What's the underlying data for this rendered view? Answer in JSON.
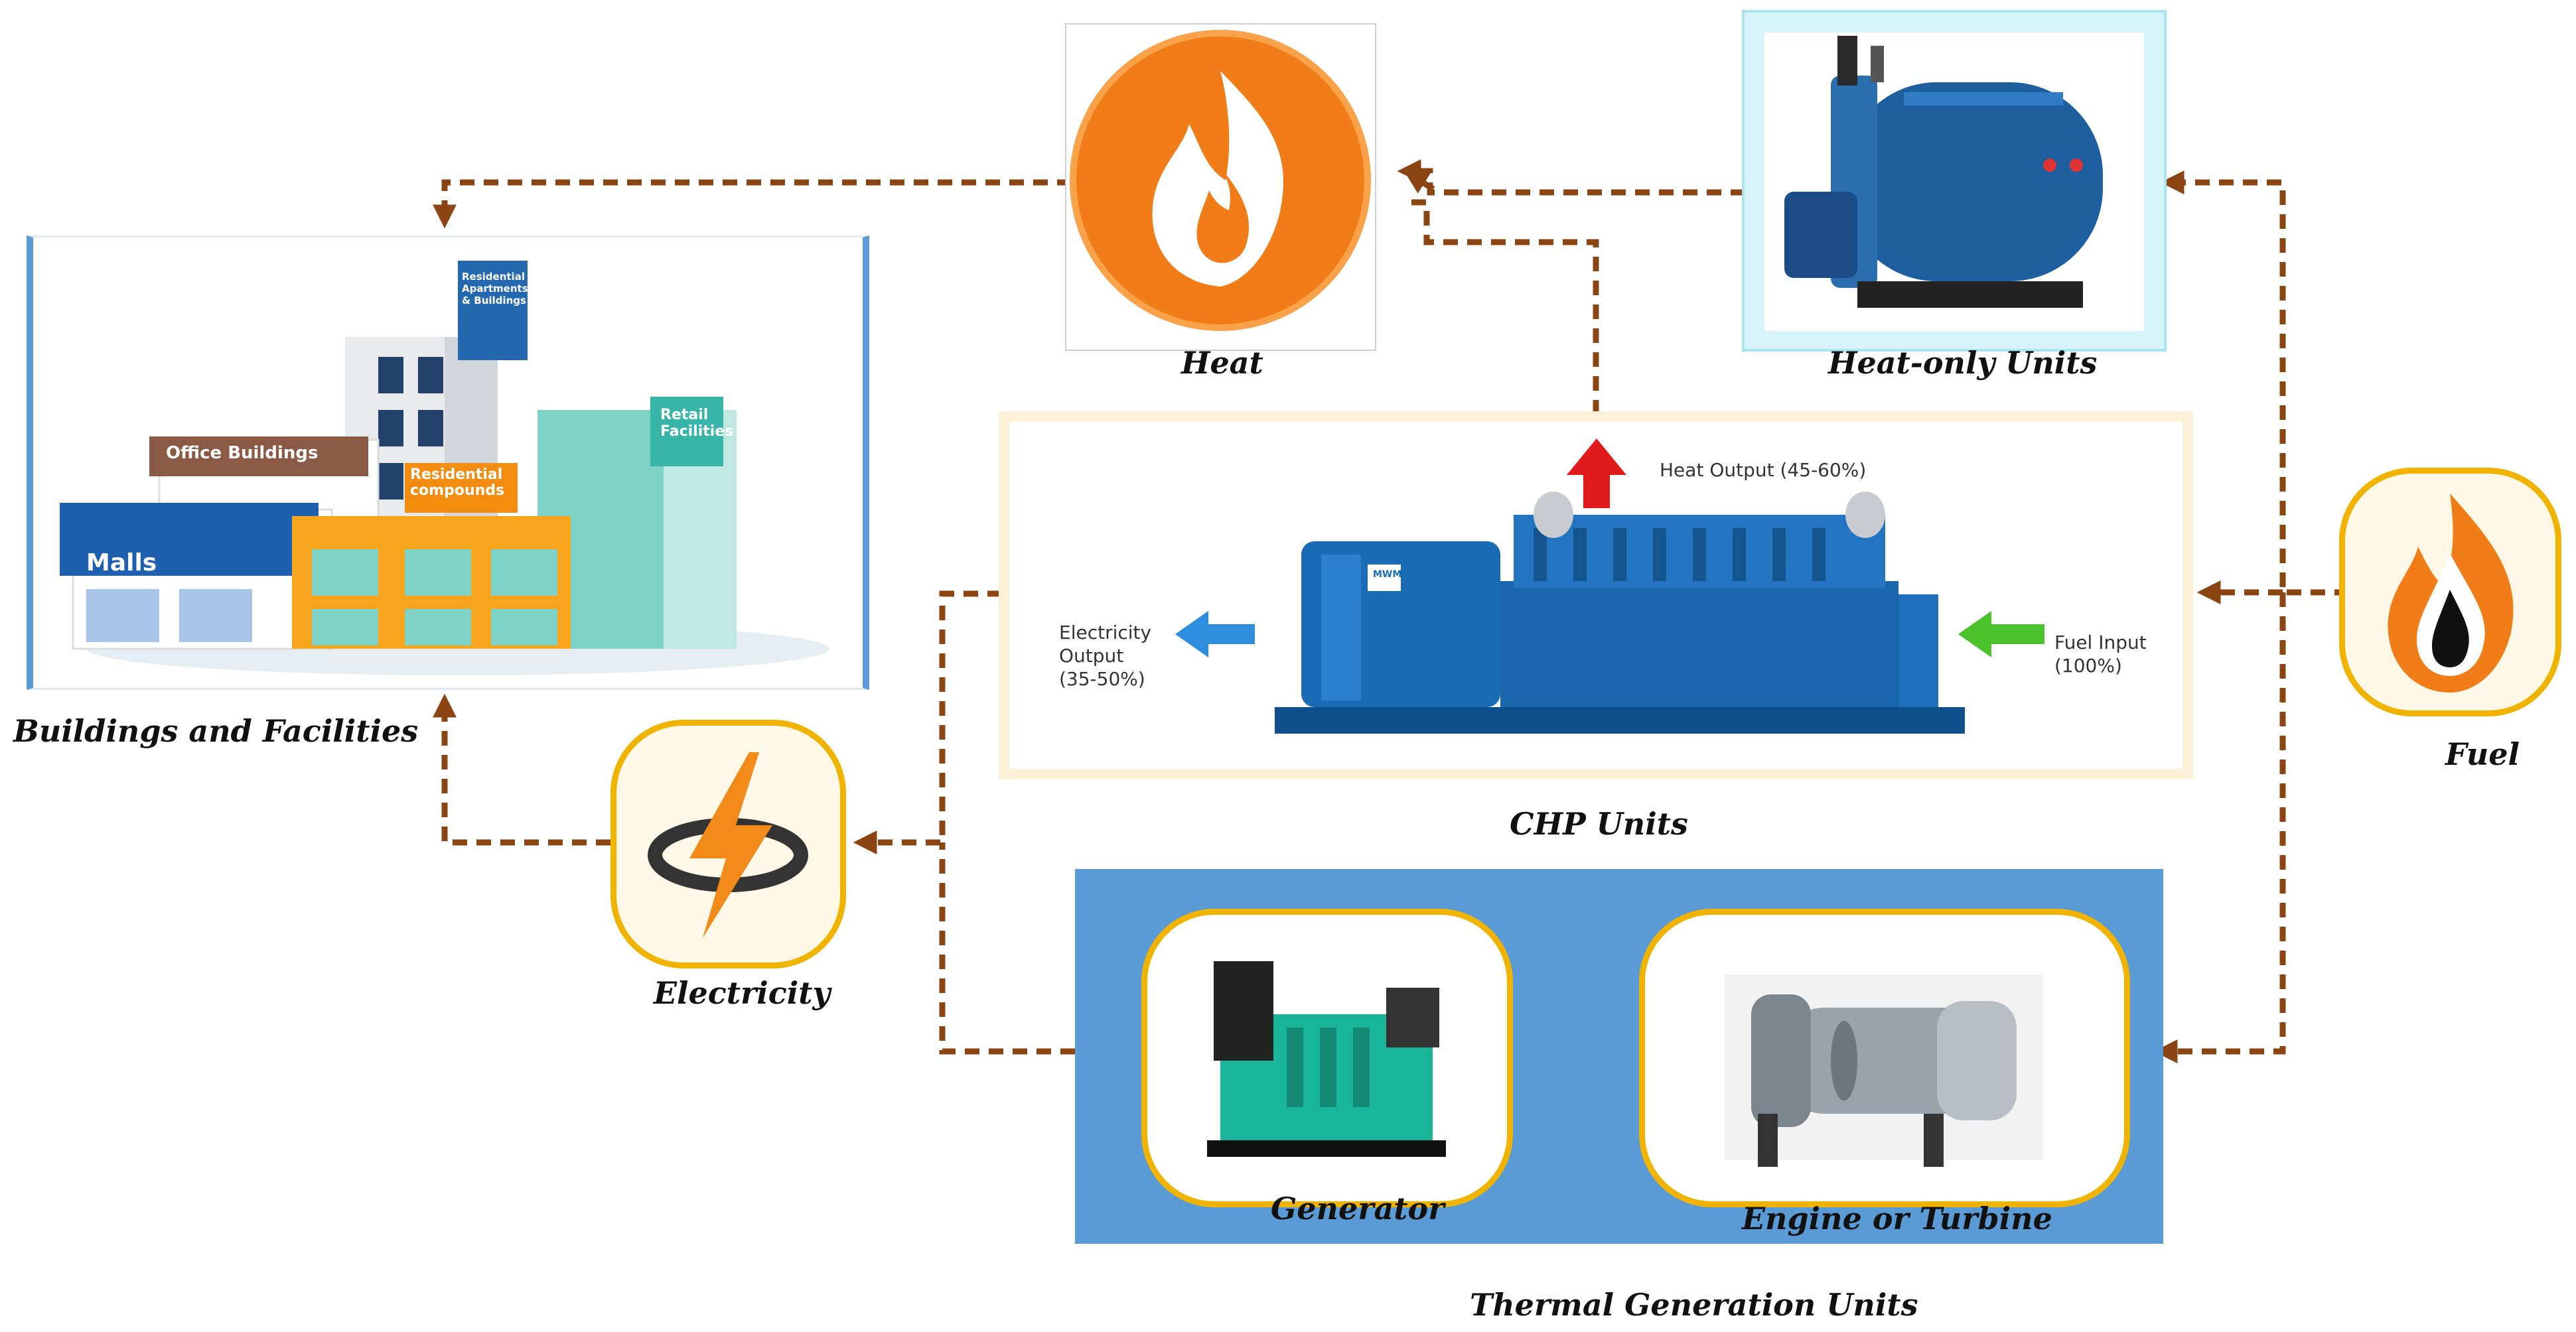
{
  "nodes": {
    "heat": {
      "label": "Heat"
    },
    "heat_only": {
      "label": "Heat-only Units"
    },
    "buildings": {
      "label": "Buildings and Facilities"
    },
    "chp": {
      "label": "CHP Units"
    },
    "fuel": {
      "label": "Fuel"
    },
    "electricity": {
      "label": "Electricity"
    },
    "thermal": {
      "label": "Thermal Generation Units"
    },
    "generator": {
      "label": "Generator"
    },
    "engine": {
      "label": "Engine or Turbine"
    }
  },
  "chp_panel": {
    "heat_output": "Heat Output (45-60%)",
    "electricity_output": [
      "Electricity",
      "Output",
      "(35-50%)"
    ],
    "fuel_input": [
      "Fuel Input",
      "(100%)"
    ],
    "engine_badge": "MWM"
  },
  "buildings_signs": {
    "malls": "Malls",
    "office": "Office Buildings",
    "residential": [
      "Residential",
      "compounds"
    ],
    "retail": [
      "Retail",
      "Facilities"
    ],
    "apartments": [
      "Residential",
      "Apartments",
      "& Buildings"
    ]
  },
  "colors": {
    "connector": "#8b4513",
    "pill_border": "#f0b400",
    "thermal_bg": "#5b9bd5",
    "heat_orange": "#f07d18",
    "arrow_red": "#e01b1b",
    "arrow_blue": "#2d8ee0",
    "arrow_green": "#4cc22a"
  }
}
